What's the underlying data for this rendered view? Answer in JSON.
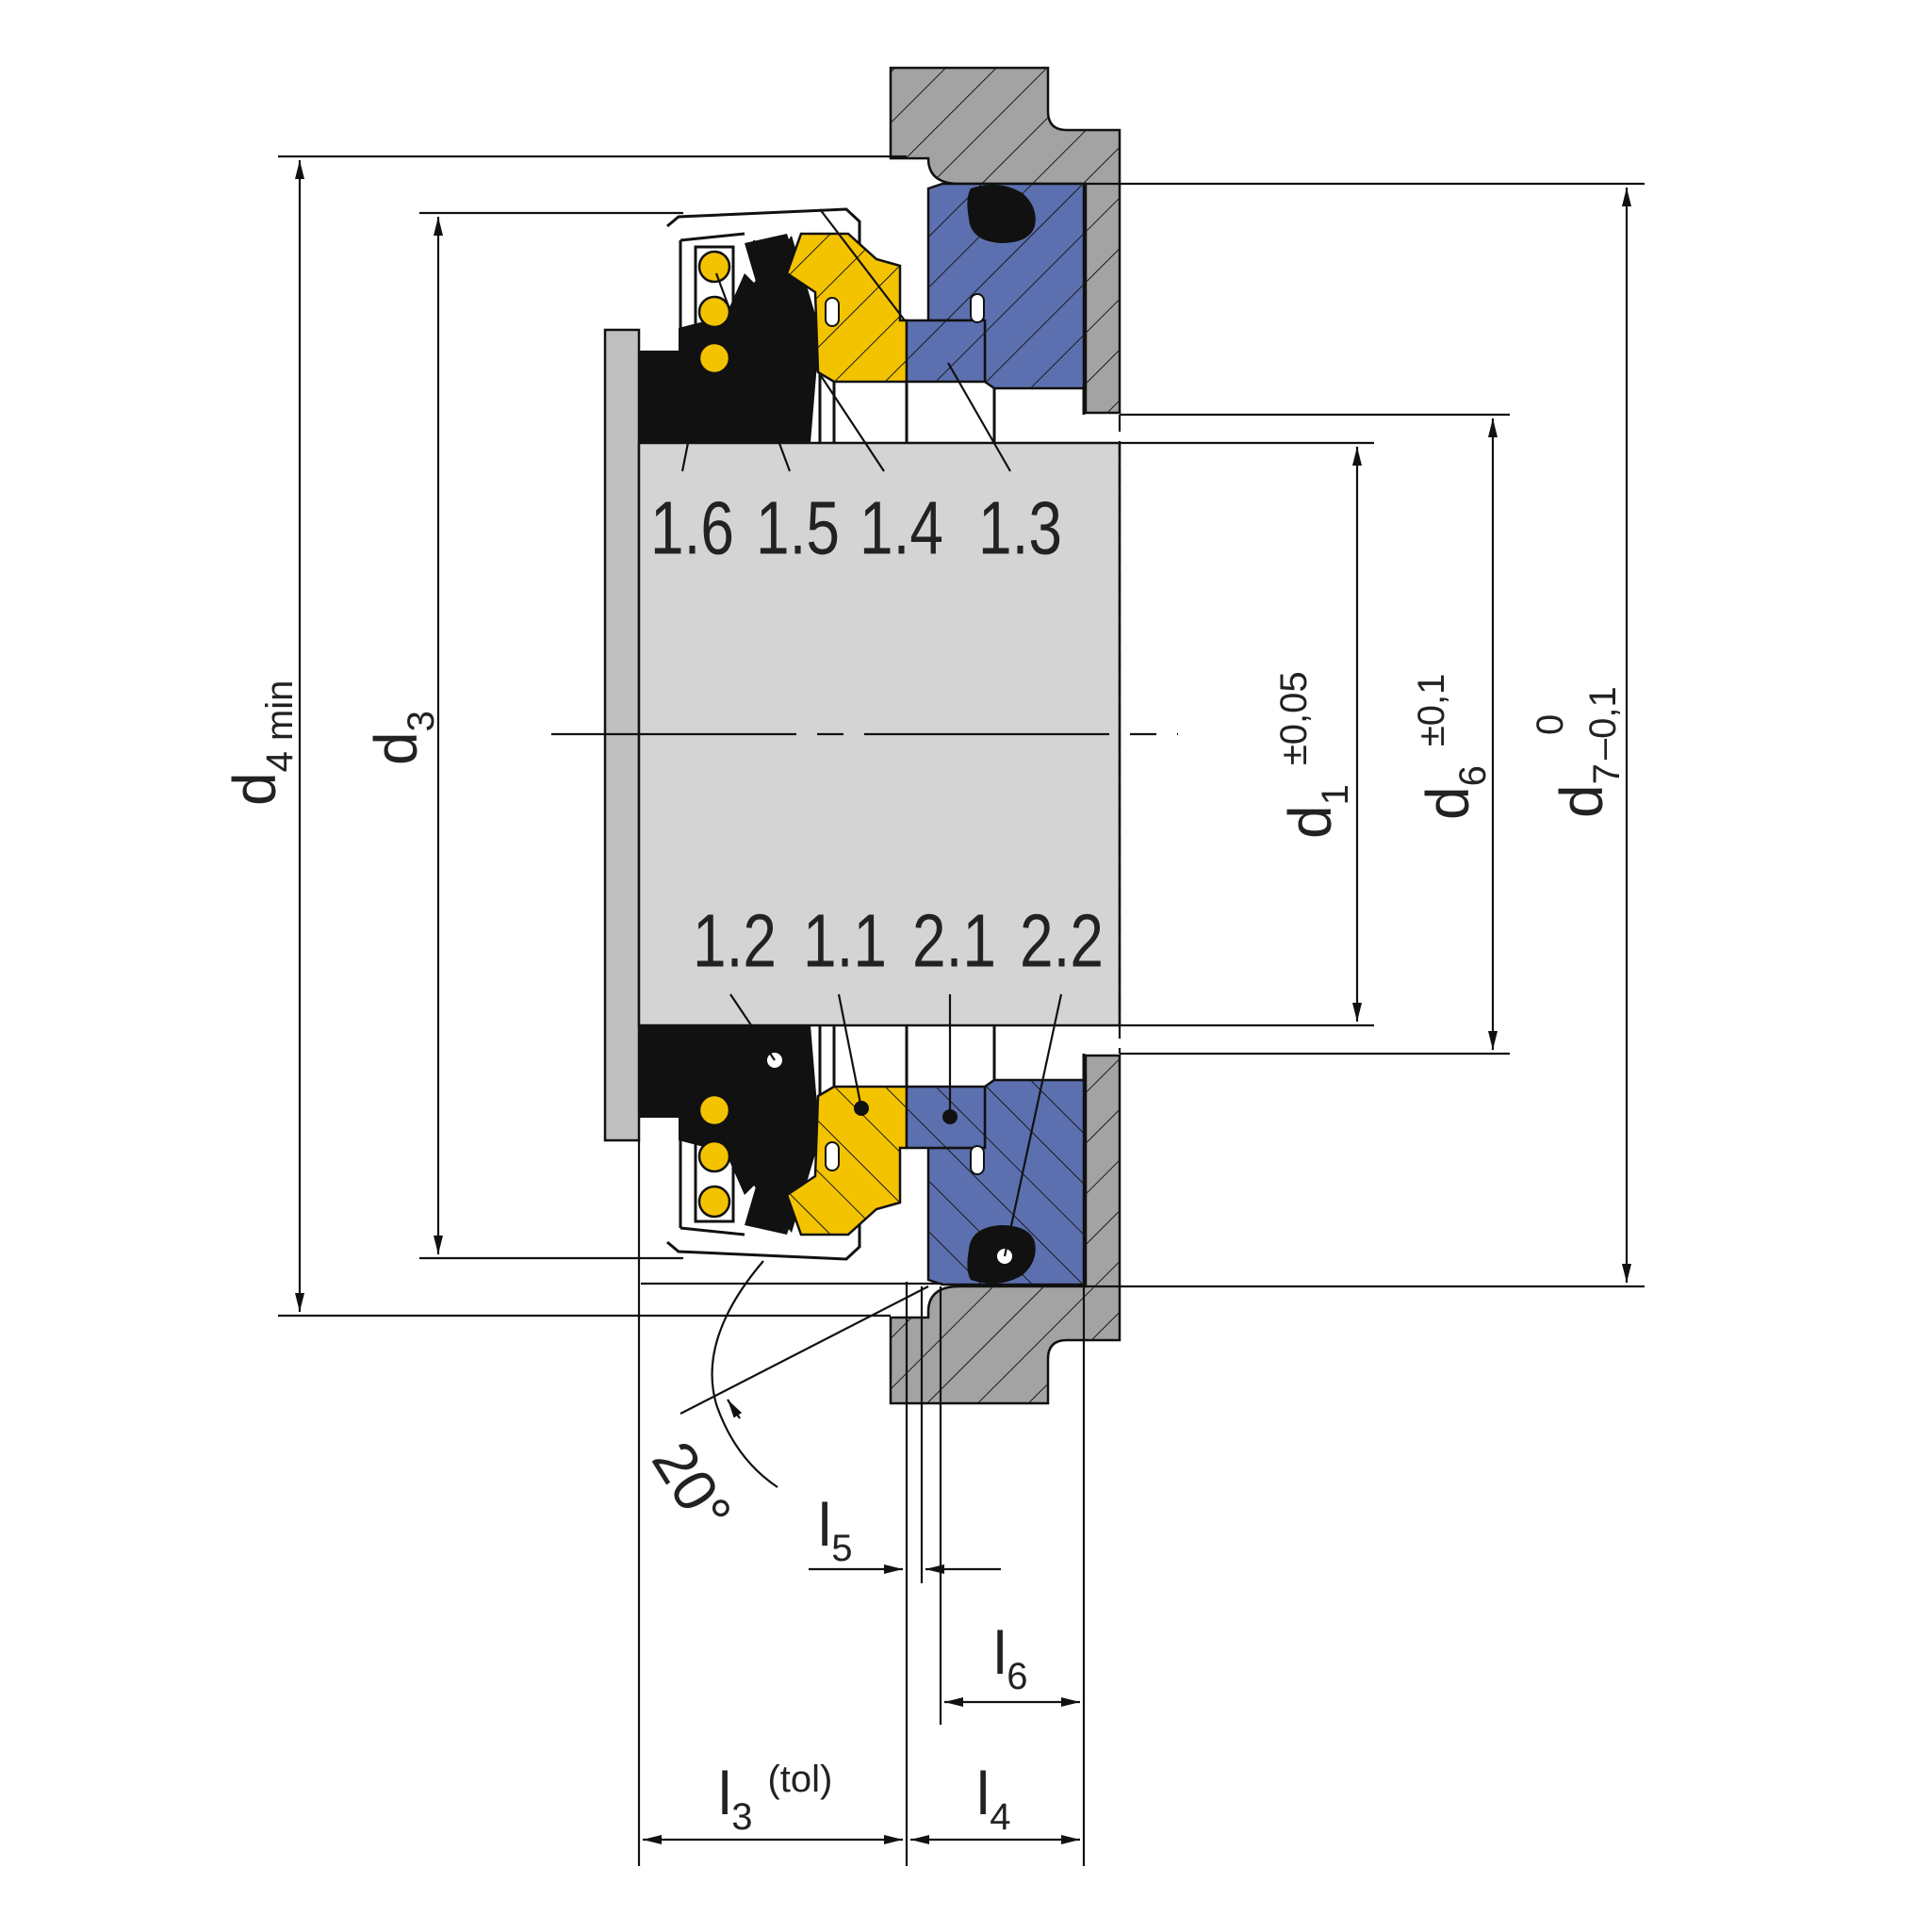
{
  "colors": {
    "housing": "#a3a3a3",
    "shaft": "#d4d4d4",
    "sleeve": "#c0c0c0",
    "rotating_face": "#f4c300",
    "stationary_seat": "#5c70b0",
    "elastomer": "#111111",
    "line": "#111111"
  },
  "part_labels_top": [
    "1.6",
    "1.5",
    "1.4",
    "1.3"
  ],
  "part_labels_bottom": [
    "1.2",
    "1.1",
    "2.1",
    "2.2"
  ],
  "dimensions": {
    "d4": {
      "main": "d",
      "sub": "4 min"
    },
    "d3": {
      "main": "d",
      "sub": "3"
    },
    "d1": {
      "main": "d",
      "sub": "1",
      "tol": "±0,05"
    },
    "d6": {
      "main": "d",
      "sub": "6",
      "tol": "±0,1"
    },
    "d7": {
      "main": "d",
      "sub": "7",
      "tol_upper": "0",
      "tol_lower": "–0,1"
    },
    "l3": {
      "main": "l",
      "sub": "3",
      "extra": "(tol)"
    },
    "l4": {
      "main": "l",
      "sub": "4"
    },
    "l5": {
      "main": "l",
      "sub": "5"
    },
    "l6": {
      "main": "l",
      "sub": "6"
    },
    "angle": "20°"
  }
}
